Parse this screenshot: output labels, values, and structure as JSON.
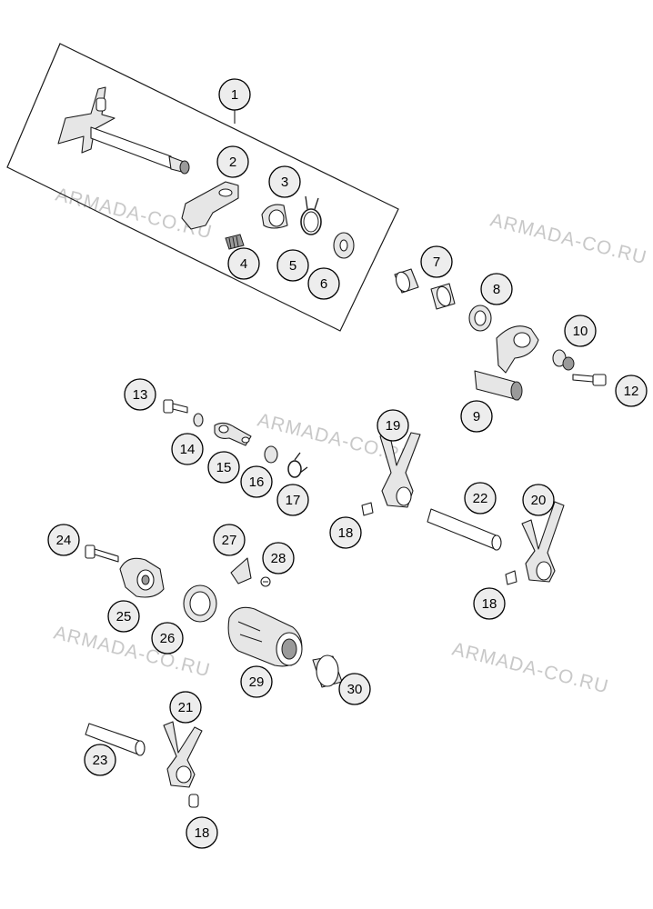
{
  "watermark": "ARMADA-CO.RU",
  "callout_fill": "#ededed",
  "callouts": [
    "1",
    "2",
    "3",
    "4",
    "5",
    "6",
    "7",
    "8",
    "9",
    "10",
    "12",
    "13",
    "14",
    "15",
    "16",
    "17",
    "18",
    "18",
    "18",
    "19",
    "20",
    "21",
    "22",
    "23",
    "24",
    "25",
    "26",
    "27",
    "28",
    "29",
    "30"
  ]
}
